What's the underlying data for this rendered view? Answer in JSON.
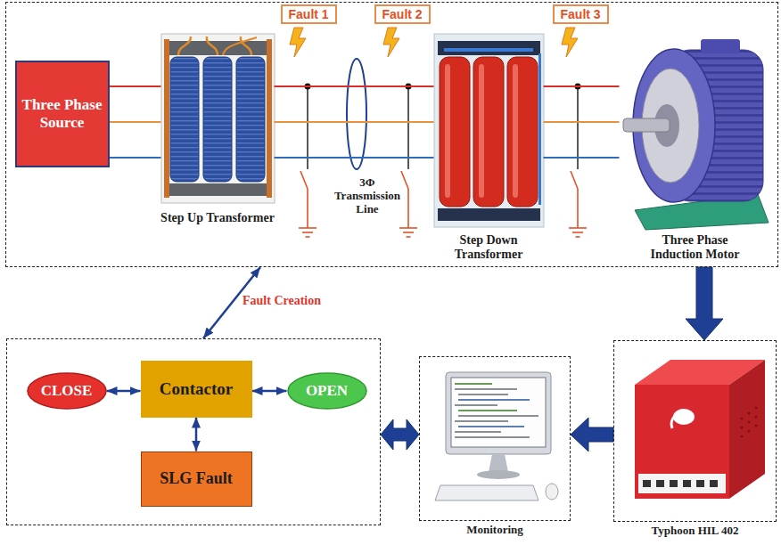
{
  "diagram": {
    "nodes": [
      {
        "text": []
      },
      {
        "text": [
          "Three Phase Source"
        ],
        "in": 0
      },
      {
        "text": [
          "Step Up Transformer"
        ],
        "in": 0
      },
      {
        "text": [
          "Fault 1"
        ],
        "in": 0
      },
      {
        "text": [
          "Fault 2"
        ],
        "in": 0
      },
      {
        "text": [
          "Step Down Transformer"
        ],
        "in": 0
      },
      {
        "text": [
          "Fault 3"
        ],
        "in": 0
      },
      {
        "text": [
          "Three Phase Induction Motor"
        ],
        "in": 0
      },
      {
        "text": []
      },
      {
        "text": [
          "CLOSE"
        ],
        "in": 8
      },
      {
        "text": [
          "Contactor"
        ],
        "in": 8
      },
      {
        "text": [
          "OPEN"
        ],
        "in": 8
      },
      {
        "text": [
          "SLG Fault"
        ],
        "in": 8
      },
      {
        "text": [
          "Monitoring"
        ]
      },
      {
        "text": [
          "Typhoon HIL 402"
        ]
      }
    ],
    "edges": [
      {
        "from": 1,
        "to": 2,
        "arrow": "none"
      },
      {
        "from": 2,
        "to": 5,
        "arrow": "none"
      },
      {
        "from": 5,
        "to": 7,
        "arrow": "none"
      },
      {
        "from": 0,
        "to": 14,
        "arrow": "to"
      },
      {
        "from": 14,
        "to": 13,
        "arrow": "to"
      },
      {
        "from": 13,
        "to": 8,
        "arrow": "both"
      },
      {
        "from": 8,
        "to": 0,
        "arrow": "both",
        "label": "Fault Creation"
      },
      {
        "from": 9,
        "to": 10,
        "arrow": "both"
      },
      {
        "from": 10,
        "to": 11,
        "arrow": "both"
      },
      {
        "from": 10,
        "to": 12,
        "arrow": "both"
      }
    ],
    "labels": [
      "3Φ Transmission Line"
    ]
  }
}
